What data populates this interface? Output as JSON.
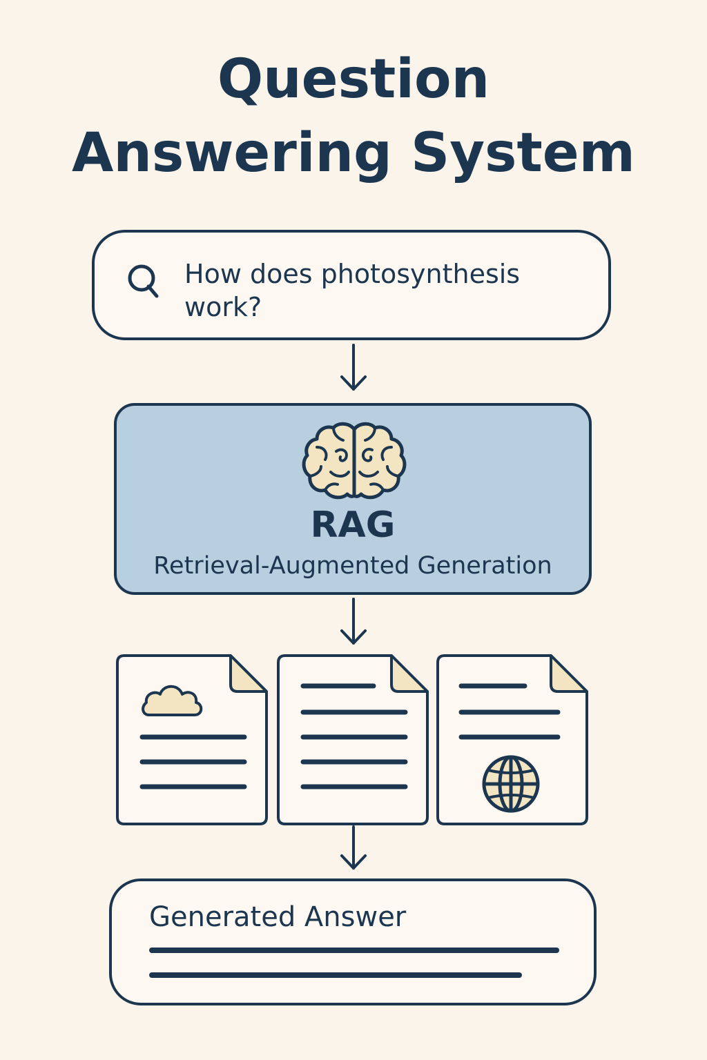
{
  "title": {
    "line1": "Question",
    "line2": "Answering System"
  },
  "query": {
    "icon": "search-icon",
    "text": "How does photosynthesis work?"
  },
  "rag": {
    "icon": "brain-icon",
    "title": "RAG",
    "subtitle": "Retrieval-Augmented Generation",
    "fill_color": "#b8cfe0"
  },
  "documents": [
    {
      "icon": "cloud-icon"
    },
    {
      "icon": "text-lines"
    },
    {
      "icon": "globe-icon"
    }
  ],
  "answer": {
    "title": "Generated Answer"
  },
  "colors": {
    "background": "#fbf4ea",
    "ink": "#1c3650",
    "accent_cream": "#f3e4c2",
    "rag_blue": "#b8cfe0"
  }
}
